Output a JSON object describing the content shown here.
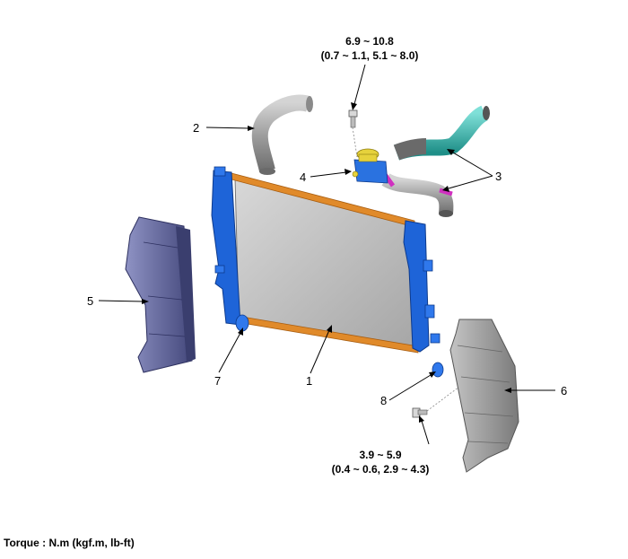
{
  "torque_top": {
    "line1": "6.9 ~ 10.8",
    "line2": "(0.7 ~ 1.1, 5.1 ~ 8.0)"
  },
  "torque_bottom": {
    "line1": "3.9 ~ 5.9",
    "line2": "(0.4 ~ 0.6, 2.9 ~ 4.3)"
  },
  "callouts": {
    "c1": "1",
    "c2": "2",
    "c3": "3",
    "c4": "4",
    "c5": "5",
    "c6": "6",
    "c7": "7",
    "c8": "8"
  },
  "footer": {
    "torque_units": "Torque : N.m (kgf.m, lb-ft)"
  },
  "colors": {
    "radiator_core": "#bcbcbc",
    "radiator_frame": "#e08a2a",
    "side_tanks": "#1e64d8",
    "air_guard_left": "#5a5f9a",
    "air_guard_right": "#9a9a9a",
    "hose_upper": "#3fb9b0",
    "clamp": "#d030c0",
    "filler_cap": "#e6d23c"
  }
}
